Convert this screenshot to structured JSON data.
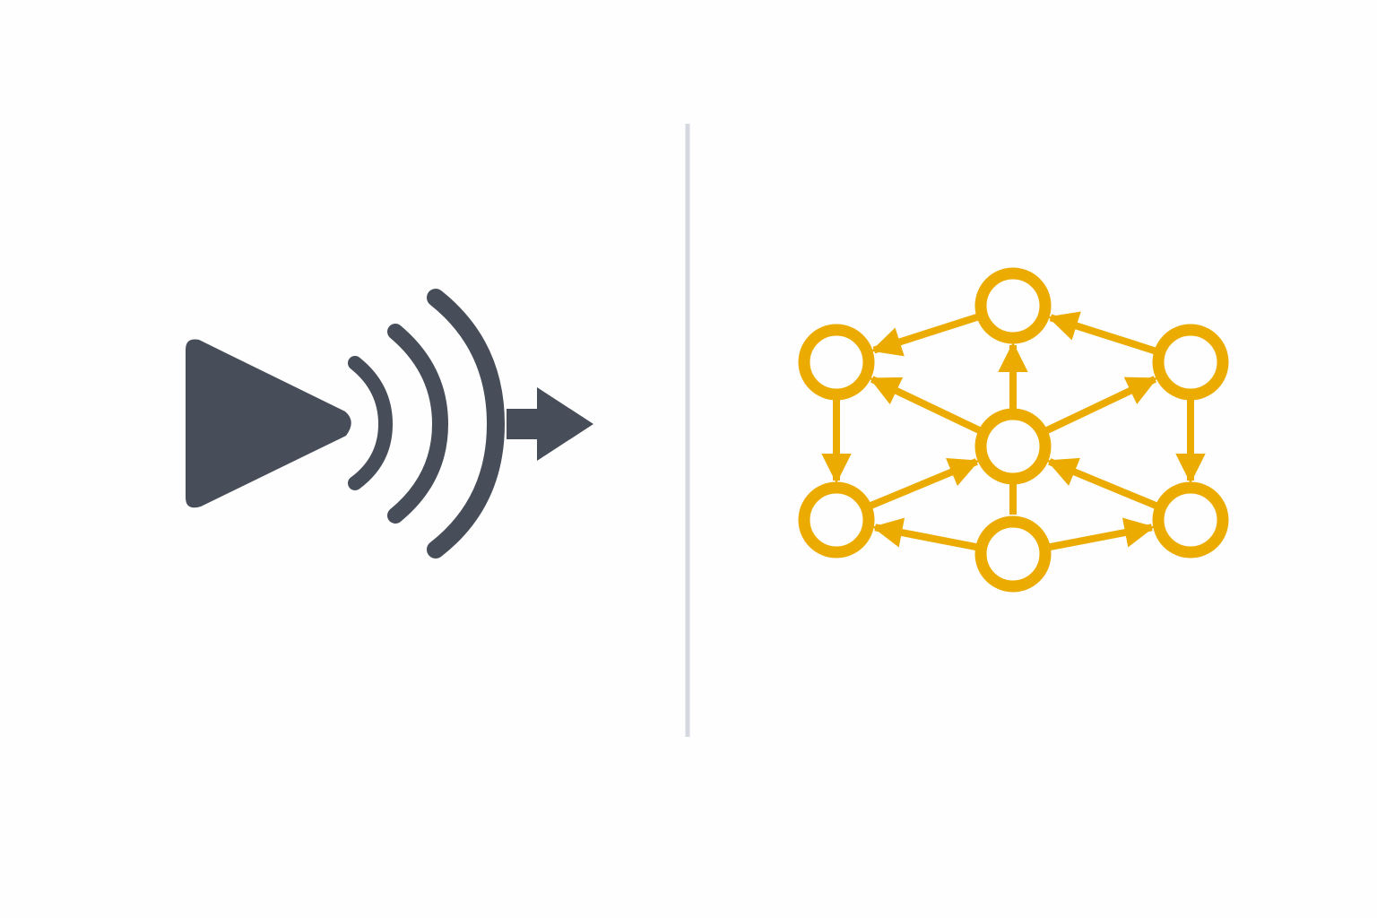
{
  "colors": {
    "background": "#fefefe",
    "signal_icon": "#474e59",
    "divider": "#d5d8de",
    "network": "#ecab00"
  },
  "left_icon": {
    "name": "play-broadcast-arrow-icon"
  },
  "right_diagram": {
    "name": "network-graph",
    "nodes": [
      "top",
      "upper-left",
      "upper-right",
      "center",
      "lower-left",
      "lower-right",
      "bottom"
    ],
    "edges": [
      {
        "from": "top",
        "to": "upper-left",
        "arrow": true
      },
      {
        "from": "upper-right",
        "to": "top",
        "arrow": true
      },
      {
        "from": "center",
        "to": "top",
        "arrow": true
      },
      {
        "from": "center",
        "to": "upper-left",
        "arrow": true
      },
      {
        "from": "center",
        "to": "upper-right",
        "arrow": true
      },
      {
        "from": "upper-left",
        "to": "lower-left",
        "arrow": true
      },
      {
        "from": "upper-right",
        "to": "lower-right",
        "arrow": true
      },
      {
        "from": "lower-left",
        "to": "center",
        "arrow": true
      },
      {
        "from": "lower-right",
        "to": "center",
        "arrow": true
      },
      {
        "from": "center",
        "to": "bottom",
        "arrow": false
      },
      {
        "from": "bottom",
        "to": "lower-left",
        "arrow": true
      },
      {
        "from": "bottom",
        "to": "lower-right",
        "arrow": true
      }
    ]
  }
}
